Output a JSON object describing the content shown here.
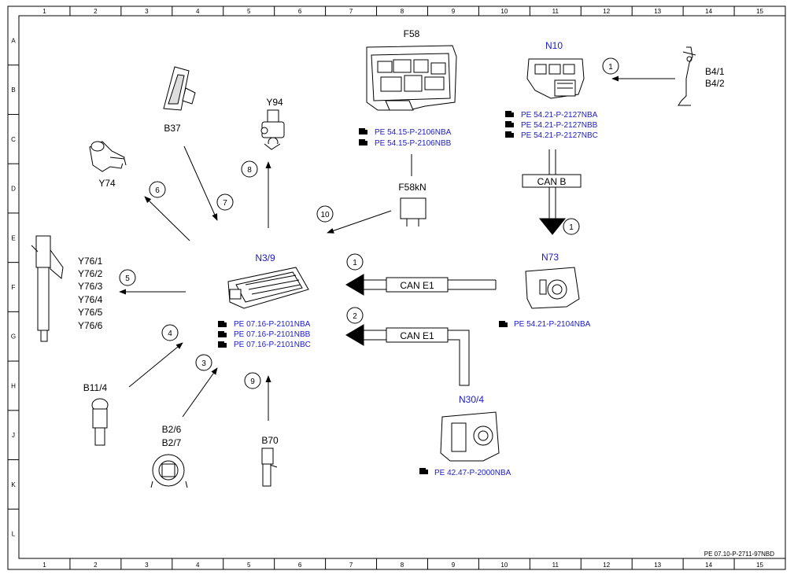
{
  "frame": {
    "cols": [
      "1",
      "2",
      "3",
      "4",
      "5",
      "6",
      "7",
      "8",
      "9",
      "10",
      "11",
      "12",
      "13",
      "14",
      "15"
    ],
    "rows": [
      "A",
      "B",
      "C",
      "D",
      "E",
      "F",
      "G",
      "H",
      "J",
      "K",
      "L"
    ]
  },
  "components": {
    "f58": {
      "label": "F58",
      "refs": [
        "PE 54.15-P-2106NBA",
        "PE 54.15-P-2106NBB"
      ]
    },
    "n10": {
      "label": "N10",
      "refs": [
        "PE 54.21-P-2127NBA",
        "PE 54.21-P-2127NBB",
        "PE 54.21-P-2127NBC"
      ]
    },
    "b41": {
      "label1": "B4/1",
      "label2": "B4/2"
    },
    "b37": {
      "label": "B37"
    },
    "y94": {
      "label": "Y94"
    },
    "y74": {
      "label": "Y74"
    },
    "f58kn": {
      "label": "F58kN"
    },
    "n39": {
      "label": "N3/9",
      "refs": [
        "PE 07.16-P-2101NBA",
        "PE 07.16-P-2101NBB",
        "PE 07.16-P-2101NBC"
      ]
    },
    "y76": {
      "labels": [
        "Y76/1",
        "Y76/2",
        "Y76/3",
        "Y76/4",
        "Y76/5",
        "Y76/6"
      ]
    },
    "n73": {
      "label": "N73",
      "refs": [
        "PE 54.21-P-2104NBA"
      ]
    },
    "n304": {
      "label": "N30/4",
      "refs": [
        "PE 42.47-P-2000NBA"
      ]
    },
    "b114": {
      "label": "B11/4"
    },
    "b26": {
      "label1": "B2/6",
      "label2": "B2/7"
    },
    "b70": {
      "label": "B70"
    }
  },
  "buses": {
    "can_b": "CAN B",
    "can_e1_top": "CAN E1",
    "can_e1_bottom": "CAN E1"
  },
  "markers": [
    "1",
    "1",
    "1",
    "2",
    "3",
    "4",
    "5",
    "6",
    "7",
    "8",
    "9",
    "10"
  ],
  "footer": "PE 07.10-P-2711-97NBD"
}
